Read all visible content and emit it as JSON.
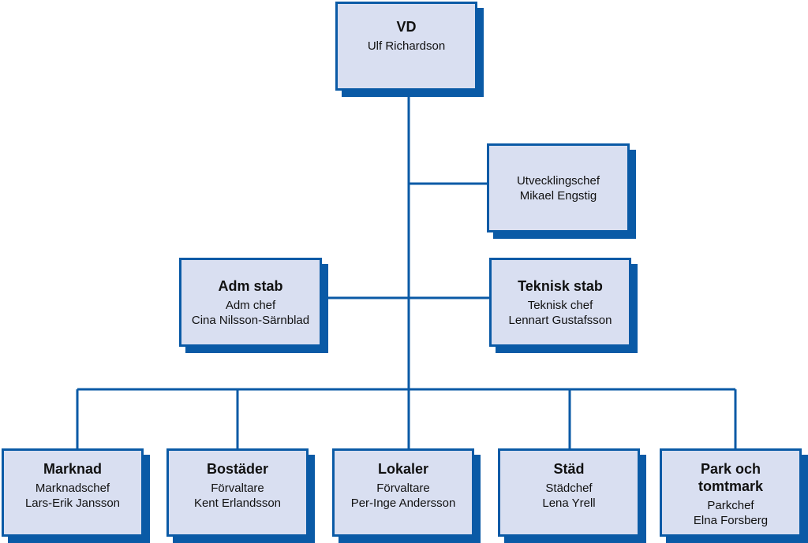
{
  "colors": {
    "box_fill": "#d9dff1",
    "box_border": "#0a5aa6",
    "connector": "#0a5aa6"
  },
  "org_chart": {
    "vd": {
      "title": "VD",
      "line1": "Ulf Richardson"
    },
    "utveckling": {
      "line1": "Utvecklingschef",
      "line2": "Mikael Engstig"
    },
    "adm_stab": {
      "title": "Adm stab",
      "line1": "Adm chef",
      "line2": "Cina Nilsson-Särnblad"
    },
    "teknisk_stab": {
      "title": "Teknisk stab",
      "line1": "Teknisk chef",
      "line2": "Lennart Gustafsson"
    },
    "marknad": {
      "title": "Marknad",
      "line1": "Marknadschef",
      "line2": "Lars-Erik Jansson"
    },
    "bostader": {
      "title": "Bostäder",
      "line1": "Förvaltare",
      "line2": "Kent Erlandsson"
    },
    "lokaler": {
      "title": "Lokaler",
      "line1": "Förvaltare",
      "line2": "Per-Inge Andersson"
    },
    "stad": {
      "title": "Städ",
      "line1": "Städchef",
      "line2": "Lena Yrell"
    },
    "park": {
      "title_line1": "Park och",
      "title_line2": "tomtmark",
      "line1": "Parkchef",
      "line2": "Elna Forsberg"
    }
  }
}
